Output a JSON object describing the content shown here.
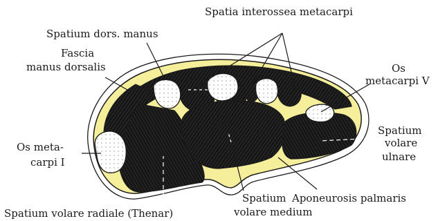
{
  "labels": {
    "spatia_interossea": "Spatia interossea metacarpi",
    "spatium_dors_manus": "Spatium dors. manus",
    "fascia_line1": "Fascia",
    "fascia_line2": "manus dorsalis",
    "os_metacarpi_v_line1": "Os",
    "os_metacarpi_v_line2": "metacarpi V",
    "os_metacarpi_i_line1": "Os meta-",
    "os_metacarpi_i_line2": "carpi I",
    "spatium_volare_ulnare_line1": "Spatium",
    "spatium_volare_ulnare_line2": "volare",
    "spatium_volare_ulnare_line3": "ulnare",
    "spatium_volare_radiale": "Spatium volare radiale (Thenar)",
    "spatium_volare_medium_line1": "Spatium",
    "spatium_volare_medium_line2": "volare medium",
    "aponeurosis_palmaris": "Aponeurosis palmaris"
  },
  "colors": {
    "fascia_fill": "#f5ee9a",
    "compartment_fill": "#161616",
    "bone_fill": "#ffffff",
    "line_color": "#1a1a1a"
  }
}
